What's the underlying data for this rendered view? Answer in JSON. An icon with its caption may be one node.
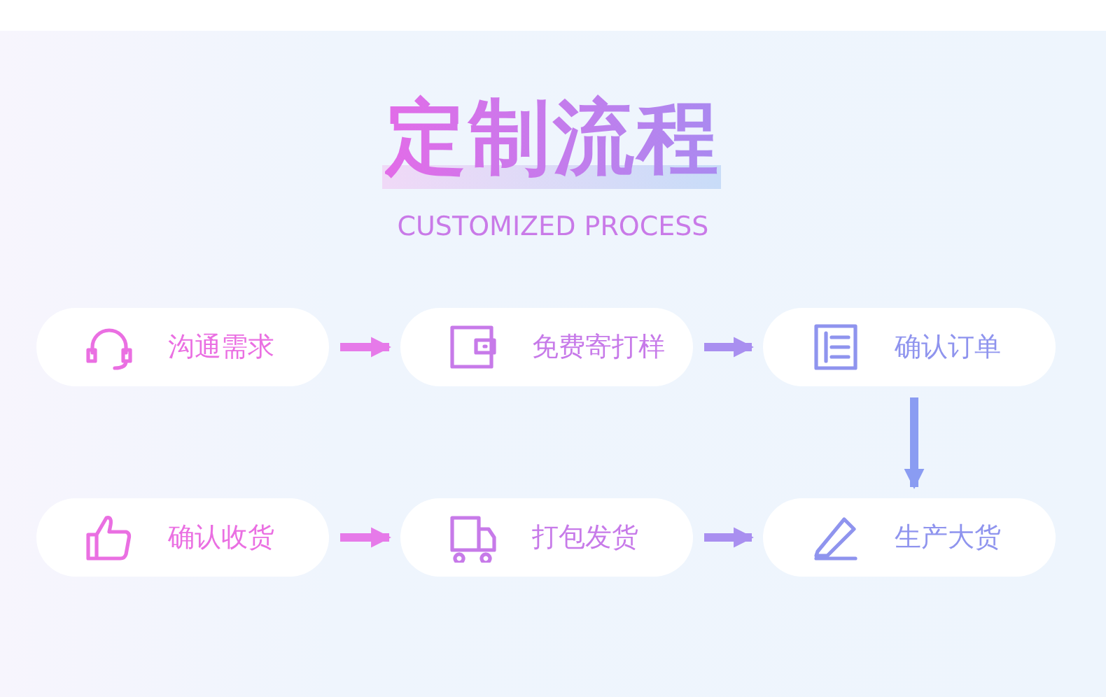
{
  "diagram": {
    "title": "定制流程",
    "caption": "CUSTOMIZED PROCESS",
    "nodes": [
      {
        "text": [
          "沟通需求"
        ]
      },
      {
        "text": [
          "免费寄打样"
        ]
      },
      {
        "text": [
          "确认订单"
        ]
      },
      {
        "text": [
          "确认收货"
        ]
      },
      {
        "text": [
          "打包发货"
        ]
      },
      {
        "text": [
          "生产大货"
        ]
      }
    ],
    "edges": [
      {
        "from": 0,
        "to": 1,
        "arrow": "to",
        "color": "#e67ae9"
      },
      {
        "from": 1,
        "to": 2,
        "arrow": "to",
        "color": "#a98ff0"
      },
      {
        "from": 2,
        "to": 5,
        "arrow": "to",
        "color": "#8a9cf2"
      },
      {
        "from": 3,
        "to": 4,
        "arrow": "to",
        "color": "#e67ae9"
      },
      {
        "from": 4,
        "to": 5,
        "arrow": "to",
        "color": "#a98ff0"
      }
    ]
  }
}
